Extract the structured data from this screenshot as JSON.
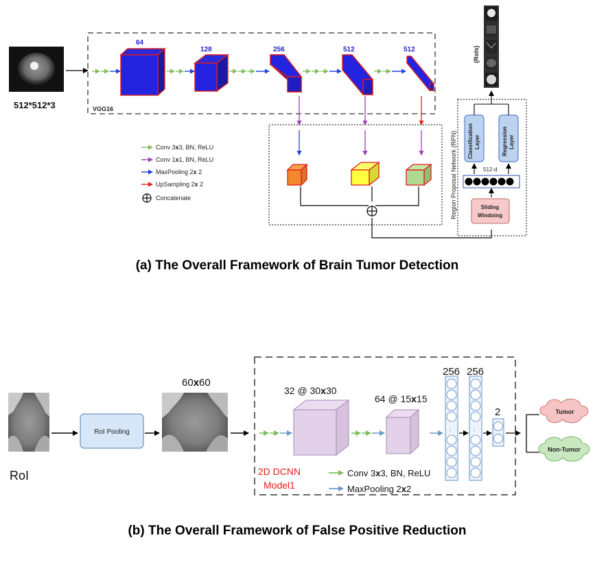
{
  "part_a": {
    "caption": "(a) The Overall Framework of Brain Tumor Detection",
    "input_label": "512*512*3",
    "backbone_label": "VGG16",
    "block_channels": [
      "64",
      "128",
      "256",
      "512",
      "512"
    ],
    "legend": [
      {
        "label": "Conv 3",
        "mul": "x",
        "tail": "3, BN, ReLU",
        "color": "#7fbf5c"
      },
      {
        "label": "Conv 1",
        "mul": "x",
        "tail": "1, BN, ReLU",
        "color": "#9b3fb5"
      },
      {
        "label": "MaxPooling 2",
        "mul": "x",
        "tail": " 2",
        "color": "#2040e0"
      },
      {
        "label": "UpSampling 2",
        "mul": "x",
        "tail": " 2",
        "color": "#e0201c"
      },
      {
        "label": "Concatenate",
        "mul": "",
        "tail": "",
        "color": "#000000"
      }
    ],
    "rpn_label": "Region Proposal Network (RPN)",
    "classification_layer": [
      "Classification",
      "Layer"
    ],
    "regression_layer": [
      "Regression",
      "Layer"
    ],
    "dim_label": "512-d",
    "sliding_window": [
      "Sliding",
      "Windoing"
    ],
    "rois_label": "(RoIs)"
  },
  "part_b": {
    "caption": "(b) The Overall Framework of False Positive Reduction",
    "roi_label": "RoI",
    "roi_pooling_label": "RoI Pooling",
    "size_label": {
      "pre": "60",
      "mul": "x",
      "post": "60"
    },
    "conv1_label": {
      "pre": "32 @ 30",
      "mul": "x",
      "post": "30"
    },
    "conv2_label": {
      "pre": "64 @ 15",
      "mul": "x",
      "post": "15"
    },
    "fc_labels": [
      "256",
      "256",
      "2"
    ],
    "model_name": [
      "2D DCNN",
      "Model1"
    ],
    "legend": [
      {
        "pre": "Conv 3",
        "mul": "x",
        "post": "3, BN, ReLU",
        "color": "#7fbf5c"
      },
      {
        "pre": "MaxPooling 2",
        "mul": "x",
        "post": "2",
        "color": "#6f97c8"
      }
    ],
    "outputs": [
      "Tumor",
      "Non-Tumor"
    ]
  }
}
